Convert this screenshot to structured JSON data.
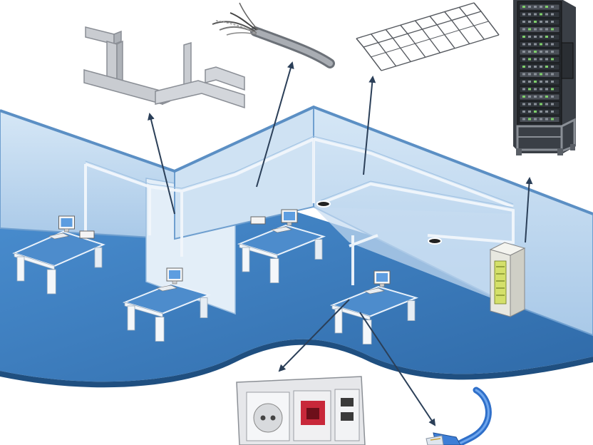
{
  "diagram": {
    "description_visible_text": "",
    "colors": {
      "floor": "#3f7fbf",
      "floor_dark": "#2f6aa8",
      "wall": "#bcd6ee",
      "wall_light": "#d8e8f6",
      "wall_edge": "#6f9fcf",
      "trunking": "#eef4fa",
      "desk_top": "#4d8ccc",
      "arrow": "#2b3f58",
      "rack": "#2a2f36",
      "socket_red": "#c8283a",
      "cable_blue": "#3d7ed6"
    },
    "components": [
      {
        "id": "cable-trunking",
        "icon": "duct-trunking-icon"
      },
      {
        "id": "twisted-pair-cable",
        "icon": "cable-bundle-icon"
      },
      {
        "id": "wire-mesh-tray",
        "icon": "wire-mesh-tray-icon"
      },
      {
        "id": "server-rack",
        "icon": "server-rack-icon"
      },
      {
        "id": "wall-socket",
        "icon": "power-data-socket-icon"
      },
      {
        "id": "rj45-patch-cord",
        "icon": "rj45-cable-icon"
      },
      {
        "id": "floor-cabinet",
        "icon": "network-cabinet-icon"
      },
      {
        "id": "workstation",
        "icon": "computer-icon"
      }
    ]
  }
}
